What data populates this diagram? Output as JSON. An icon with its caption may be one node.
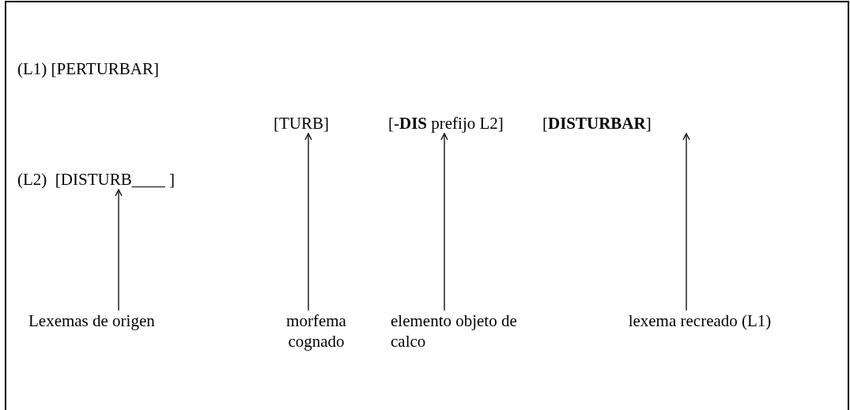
{
  "diagram": {
    "nodes": [
      {
        "text": [
          "(L1) [PERTURBAR]"
        ]
      },
      {
        "text": [
          "[TURB]"
        ]
      },
      {
        "text": [
          "[-**DIS** prefijo L2]"
        ]
      },
      {
        "text": [
          "[**DISTURBAR**]"
        ]
      },
      {
        "text": [
          "(L2)  [DISTURB____ ]"
        ]
      },
      {
        "text": [
          "Lexemas de origen"
        ]
      },
      {
        "text": [
          "morfema cognado"
        ]
      },
      {
        "text": [
          "elemento objeto de calco"
        ]
      },
      {
        "text": [
          "lexema recreado (L1)"
        ]
      }
    ],
    "edges": [
      {
        "from": 5,
        "to": 4,
        "arrow": "to"
      },
      {
        "from": 6,
        "to": 1,
        "arrow": "to"
      },
      {
        "from": 7,
        "to": 2,
        "arrow": "to"
      },
      {
        "from": 8,
        "to": 3,
        "arrow": "to"
      }
    ]
  }
}
